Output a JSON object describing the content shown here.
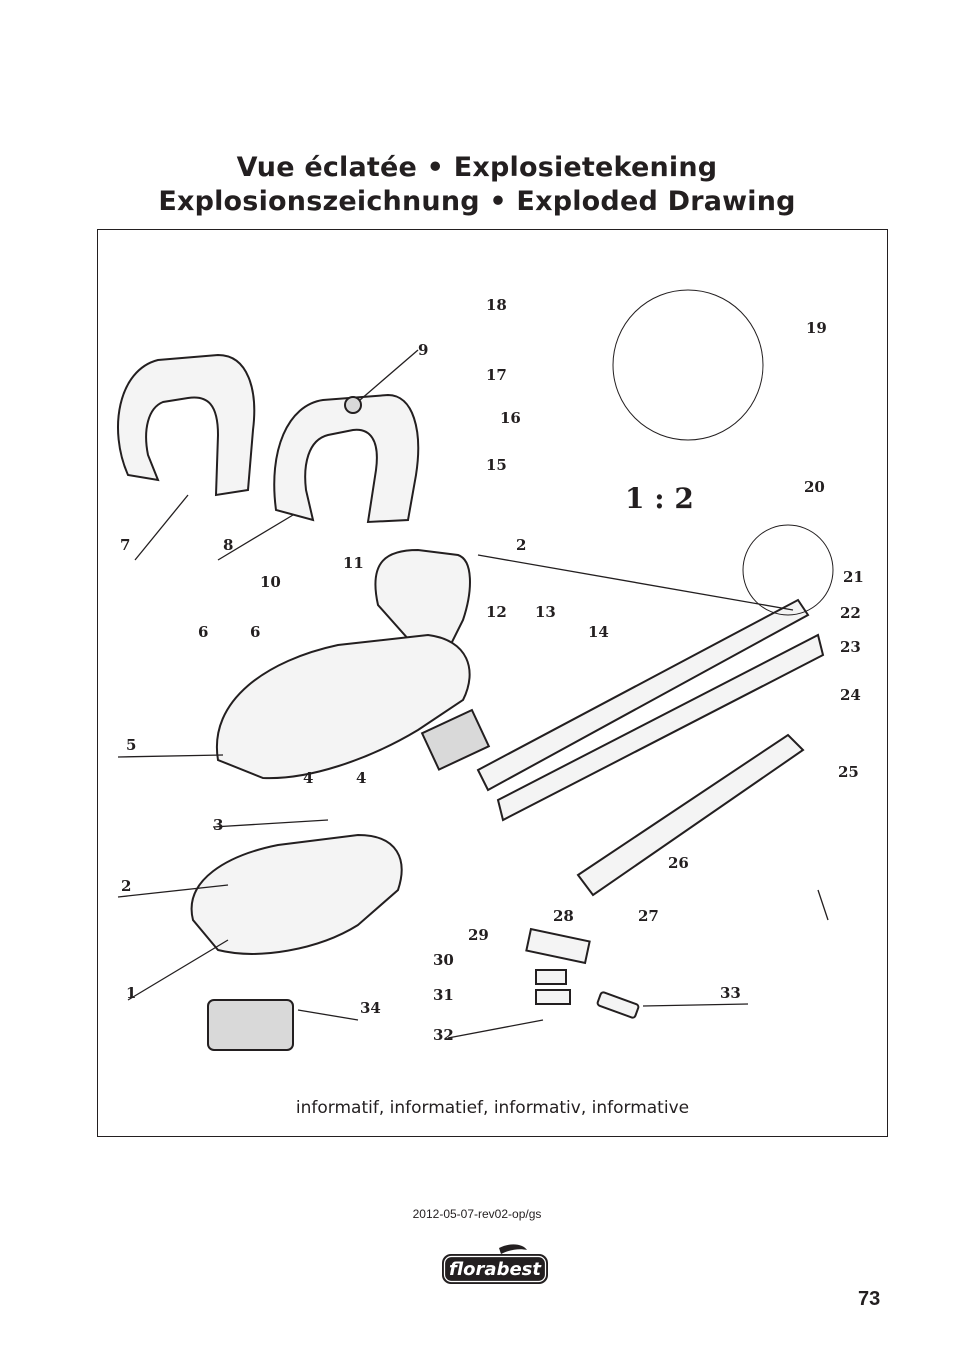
{
  "page": {
    "title_line1": "Vue éclatée • Explosietekening",
    "title_line2": "Explosionszeichnung • Exploded Drawing",
    "caption": "informatif, informatief, informativ, informative",
    "revision": "2012-05-07-rev02-op/gs",
    "brand": "florabest",
    "page_number": "73"
  },
  "diagram": {
    "labels": [
      "1",
      "2",
      "2",
      "3",
      "4",
      "4",
      "5",
      "6",
      "6",
      "7",
      "8",
      "9",
      "10",
      "11",
      "12",
      "13",
      "14",
      "15",
      "16",
      "17",
      "18",
      "19",
      "20",
      "21",
      "22",
      "23",
      "24",
      "25",
      "26",
      "27",
      "28",
      "29",
      "30",
      "31",
      "32",
      "33",
      "34"
    ],
    "ratio": "1 : 2"
  }
}
